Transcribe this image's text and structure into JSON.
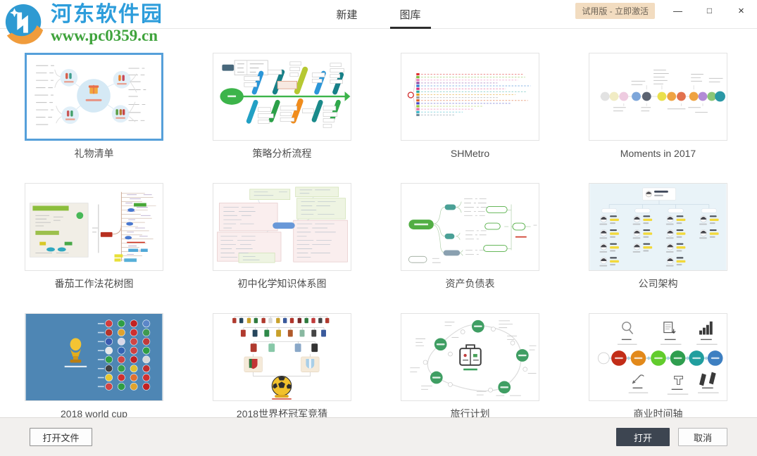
{
  "watermark": {
    "site_name": "河东软件园",
    "site_url": "www.pc0359.cn"
  },
  "header": {
    "tabs": [
      {
        "label": "新建",
        "active": false
      },
      {
        "label": "图库",
        "active": true
      }
    ],
    "trial_badge": "试用版 - 立即激活",
    "window_controls": {
      "minimize": "—",
      "maximize": "□",
      "close": "×"
    }
  },
  "gallery": {
    "items": [
      {
        "label": "礼物清单",
        "selected": true
      },
      {
        "label": "策略分析流程",
        "selected": false
      },
      {
        "label": "SHMetro",
        "selected": false
      },
      {
        "label": "Moments in 2017",
        "selected": false
      },
      {
        "label": "番茄工作法花树图",
        "selected": false
      },
      {
        "label": "初中化学知识体系图",
        "selected": false
      },
      {
        "label": "资产负债表",
        "selected": false
      },
      {
        "label": "公司架构",
        "selected": false
      },
      {
        "label": "2018 world cup",
        "selected": false
      },
      {
        "label": "2018世界杯冠军竞猜",
        "selected": false
      },
      {
        "label": "旅行计划",
        "selected": false
      },
      {
        "label": "商业时间轴",
        "selected": false
      }
    ]
  },
  "footer": {
    "open_file_label": "打开文件",
    "open_label": "打开",
    "cancel_label": "取消"
  },
  "colors": {
    "selected_border": "#56a0da",
    "trial_badge_bg": "#f2dcc0",
    "open_button_bg": "#3d4551",
    "tab_underline": "#2d2d2d",
    "footer_bg": "#f2f0ee"
  }
}
